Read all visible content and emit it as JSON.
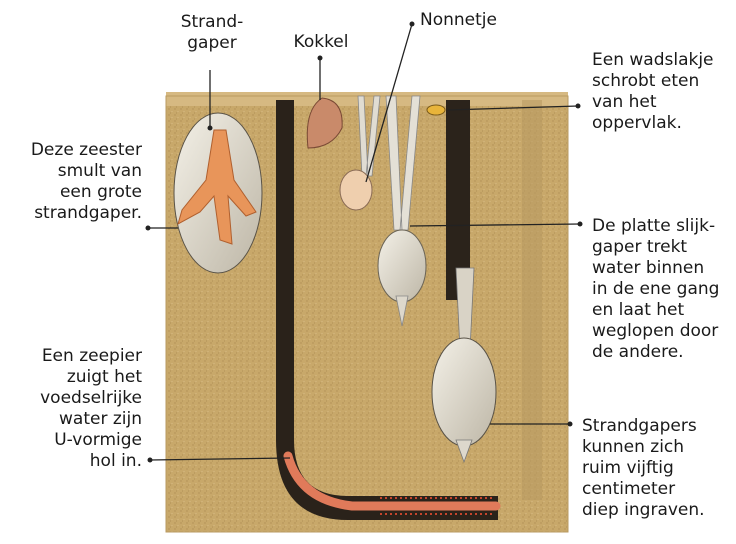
{
  "labels": {
    "strandgaper_top": "Strand-\ngaper",
    "kokkel": "Kokkel",
    "nonnetje": "Nonnetje",
    "wadslakje": "Een wadslakje\nschrobt eten\nvan het\noppervlak.",
    "zeester": "Deze zeester\nsmult van\neen grote\nstrandgaper.",
    "slijkgaper": "De platte slijk-\ngaper trekt\nwater binnen\nin de ene gang\nen laat het\nweglopen door\nde andere.",
    "zeepier": "Een zeepier\nzuigt het\nvoedselrijke\nwater zijn\nU-vormige\nhol in.",
    "strandgapers": "Strandgapers\nkunnen zich\nruim vijftig\ncentimeter\ndiep ingraven."
  },
  "colors": {
    "sand": "#c9a96b",
    "sand_dark": "#a98a4f",
    "burrow": "#2a221a",
    "worm": "#e07a5a",
    "shell": "#e9e4d8",
    "starfish": "#e8955a",
    "leader": "#222222"
  }
}
